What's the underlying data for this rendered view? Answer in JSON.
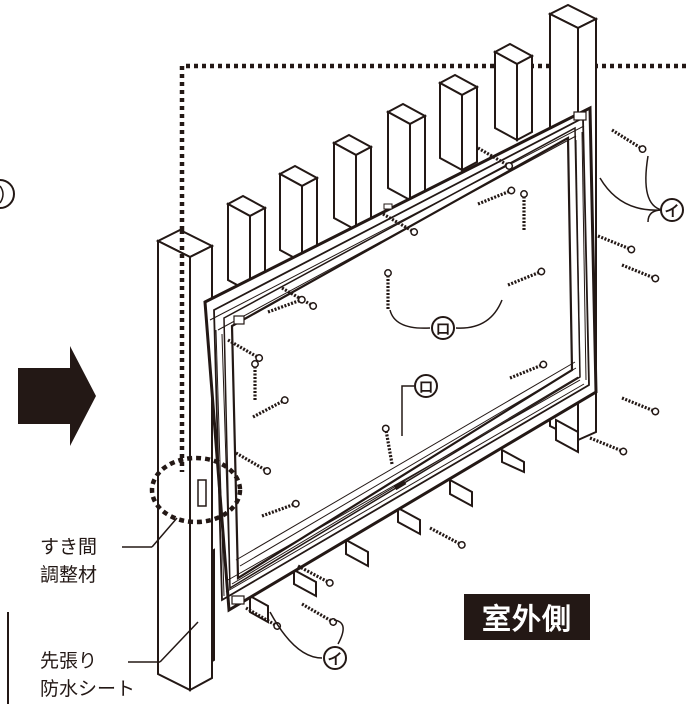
{
  "labels": {
    "gap_adjuster_line1": "すき間",
    "gap_adjuster_line2": "調整材",
    "sheet_line1": "先張り",
    "sheet_line2": "防水シート",
    "outdoor_side": "室外側"
  },
  "markers": {
    "i": "イ",
    "ro": "ロ"
  },
  "colors": {
    "ink": "#231815",
    "paper": "#ffffff"
  }
}
